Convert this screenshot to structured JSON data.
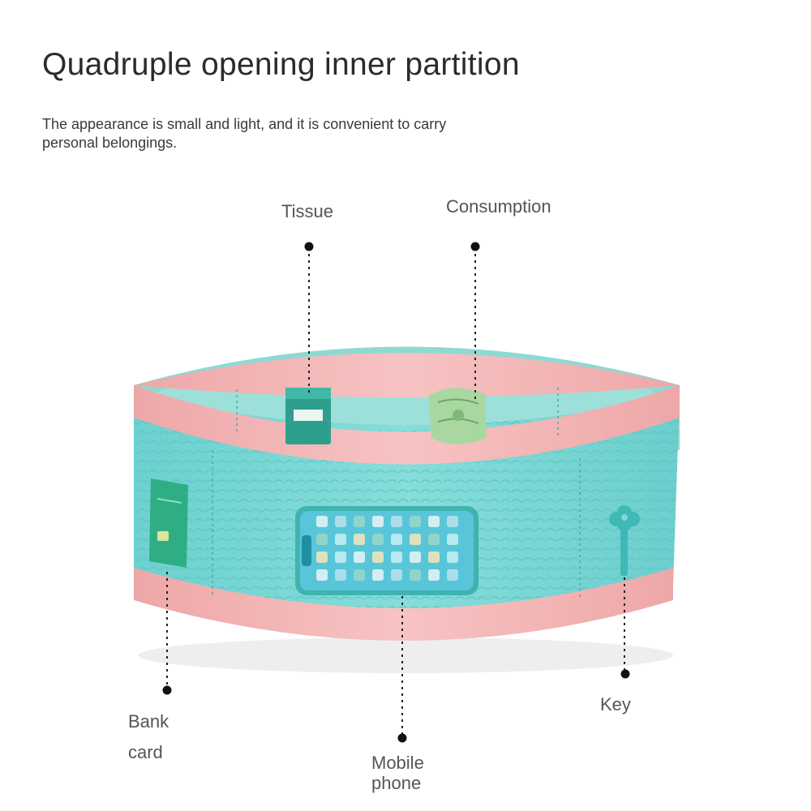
{
  "header": {
    "title": "Quadruple opening inner partition",
    "subtitle": "The appearance is small and light, and it is convenient to carry personal belongings."
  },
  "callouts": {
    "tissue": "Tissue",
    "consumption": "Consumption",
    "bank_card_line1": "Bank",
    "bank_card_line2": "card",
    "key": "Key",
    "mobile_phone_line1": "Mobile",
    "mobile_phone_line2": "phone"
  },
  "colors": {
    "belt_teal": "#79d8d6",
    "belt_pink": "#f4b6b6",
    "inner_teal": "#8fd9d3",
    "dot": "#111111"
  },
  "icons": [
    "tissue-pack-icon",
    "banknote-icon",
    "bank-card-icon",
    "mobile-phone-icon",
    "key-icon"
  ]
}
